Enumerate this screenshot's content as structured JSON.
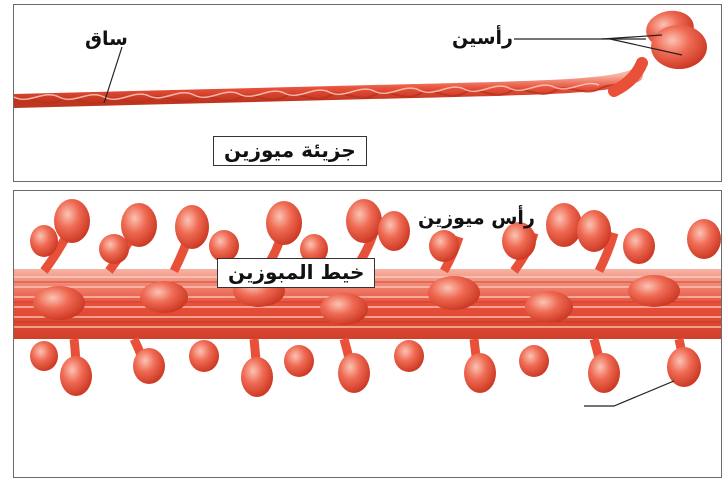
{
  "top_panel": {
    "stem_label": "ساق",
    "heads_label": "رأسين",
    "title": "جزيئة ميوزين"
  },
  "bottom_panel": {
    "head_label": "رأس ميوزين",
    "title": "خيط المبوزين"
  },
  "colors": {
    "myosin_red": "#e8503a",
    "myosin_light": "#f5a08c",
    "myosin_dark": "#c9341f",
    "border": "#6b6b6b"
  }
}
